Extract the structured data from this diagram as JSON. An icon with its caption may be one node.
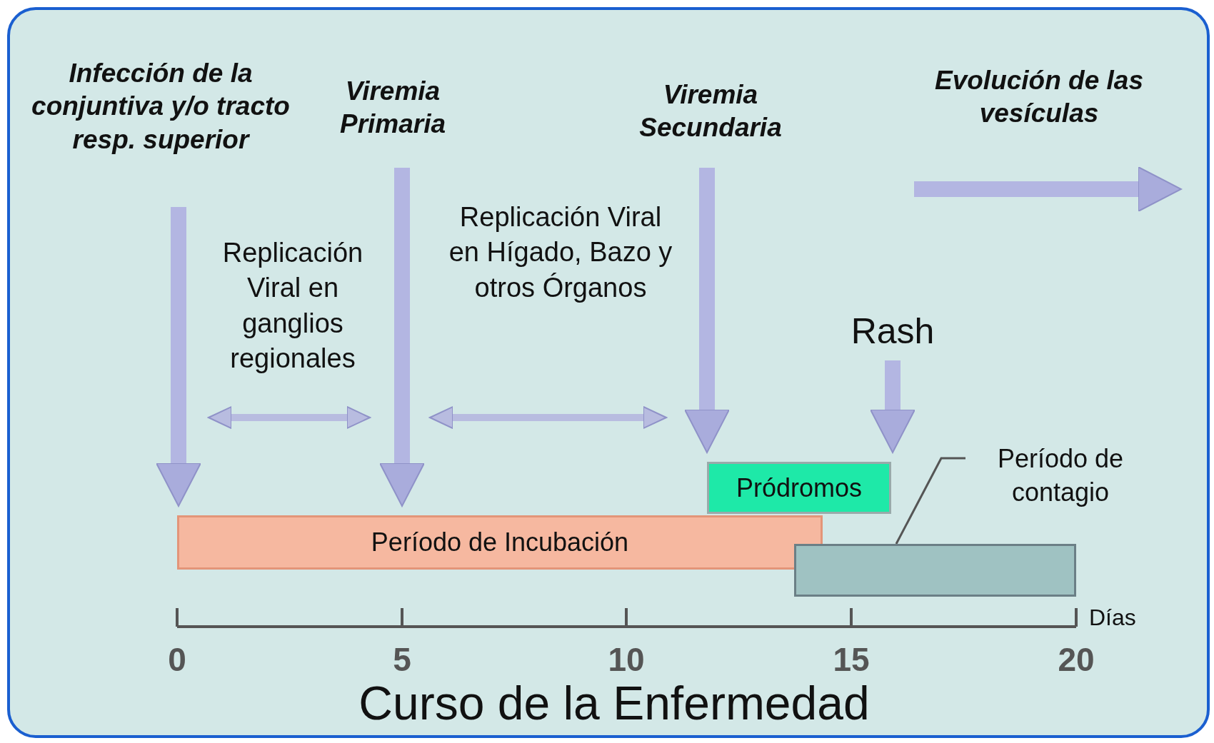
{
  "diagram": {
    "title": "Curso de la Enfermedad",
    "nodes": [
      {
        "text": [
          "Infección de la conjuntiva y/o tracto resp. superior"
        ]
      },
      {
        "text": [
          "Viremia Primaria"
        ]
      },
      {
        "text": [
          "Viremia Secundaria"
        ]
      },
      {
        "text": [
          "Evolución de las vesículas"
        ]
      },
      {
        "text": [
          "Rash"
        ]
      },
      {
        "text": [
          "Pródromos"
        ]
      },
      {
        "text": [
          "Período de Incubación"
        ]
      },
      {
        "text": [
          "Período de contagio"
        ]
      },
      {
        "text": [],
        "shape": "bar"
      }
    ],
    "edges": [
      {
        "from": 0,
        "to": 6,
        "arrow": "to"
      },
      {
        "from": 1,
        "to": 6,
        "arrow": "to"
      },
      {
        "from": 2,
        "to": 5,
        "arrow": "to"
      },
      {
        "from": 4,
        "to": 5,
        "arrow": "to"
      },
      {
        "from": 7,
        "to": 8,
        "arrow": "none",
        "color": "#555555"
      }
    ],
    "labels": [
      "Replicación Viral en ganglios regionales",
      "Replicación Viral en Hígado, Bazo y otros Órganos",
      "Días",
      "0",
      "5",
      "10",
      "15",
      "20"
    ]
  }
}
